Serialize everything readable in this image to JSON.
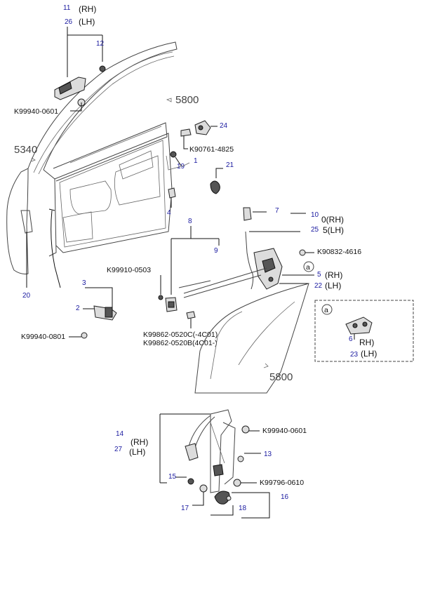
{
  "diagram": {
    "section_refs": {
      "door_panel": "5340",
      "door_frame": "5800",
      "glass": "5800"
    },
    "callouts": {
      "n1": "1",
      "n2": "2",
      "n3": "3",
      "n4": "4",
      "n5": "5",
      "n6": "6",
      "n7": "7",
      "n8": "8",
      "n9": "9",
      "n10": "10",
      "n11": "11",
      "n12": "12",
      "n13": "13",
      "n14": "14",
      "n15": "15",
      "n16": "16",
      "n17": "17",
      "n18": "18",
      "n19": "19",
      "n20": "20",
      "n21": "21",
      "n22": "22",
      "n23": "23",
      "n24": "24",
      "n25": "25",
      "n26": "26",
      "n27": "27"
    },
    "sides": {
      "rh": "(RH)",
      "lh": "(LH)",
      "rh_10": "0(RH)",
      "lh_25": "5(LH)",
      "rh_plain": "RH)"
    },
    "part_numbers": {
      "p_handle_bolt": "K99940-0601",
      "p_striker_bolt": "K90761-4825",
      "p_latch_screw": "K90832-4616",
      "p_rod_clip": "K99910-0503",
      "p_lock_screw_1": "K99862-0520C(-4C01)",
      "p_lock_screw_2": "K99862-0520B(4C01-)",
      "p_check_bolt": "K99940-0801",
      "p_reg_bolt": "K99940-0601",
      "p_reg_bolt_2": "K99796-0610"
    },
    "detail": {
      "marker": "a"
    }
  }
}
